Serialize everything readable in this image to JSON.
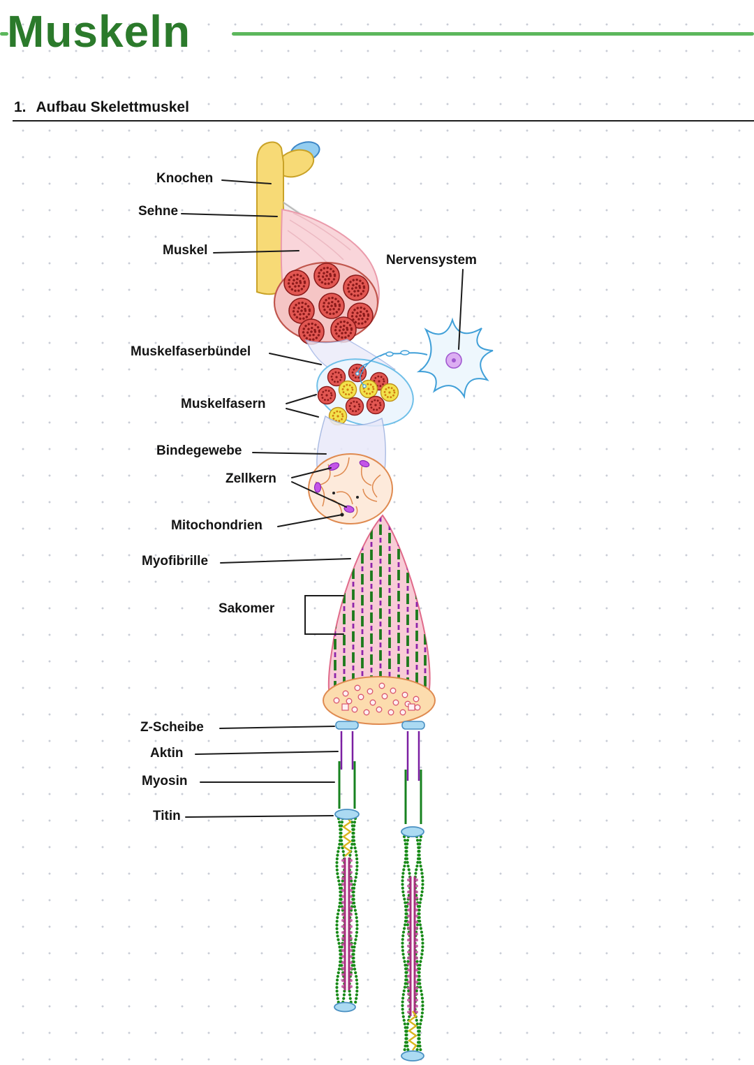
{
  "page": {
    "title": "Muskeln",
    "section": {
      "number": "1.",
      "heading": "Aufbau Skelettmuskel"
    }
  },
  "diagram_labels": {
    "knochen": "Knochen",
    "sehne": "Sehne",
    "muskel": "Muskel",
    "nervensystem": "Nervensystem",
    "muskelfaserbuendel": "Muskelfaserbündel",
    "muskelfasern": "Muskelfasern",
    "bindegewebe": "Bindegewebe",
    "zellkern": "Zellkern",
    "mitochondrien": "Mitochondrien",
    "myofibrille": "Myofibrille",
    "sakomer": "Sakomer",
    "z_scheibe": "Z-Scheibe",
    "aktin": "Aktin",
    "myosin": "Myosin",
    "titin": "Titin"
  },
  "colors": {
    "title_green": "#2b7a2b",
    "rule_green": "#5cb75c",
    "bone_yellow": "#f7da76",
    "cartilage_blue": "#93cdf0",
    "muscle_pink": "#f9d5da",
    "fiber_red": "#e25752",
    "fiber_yellow": "#f2e24c",
    "nerve_blue": "#3f9fd8",
    "nucleus_purple": "#c455e8",
    "myofibril_green": "#1c7a1c",
    "actin_purple": "#7b1fa2",
    "myosin_filament_magenta": "#a8307f",
    "titin_yellow": "#d9b51c",
    "z_disc_blue": "#abdaf2"
  }
}
